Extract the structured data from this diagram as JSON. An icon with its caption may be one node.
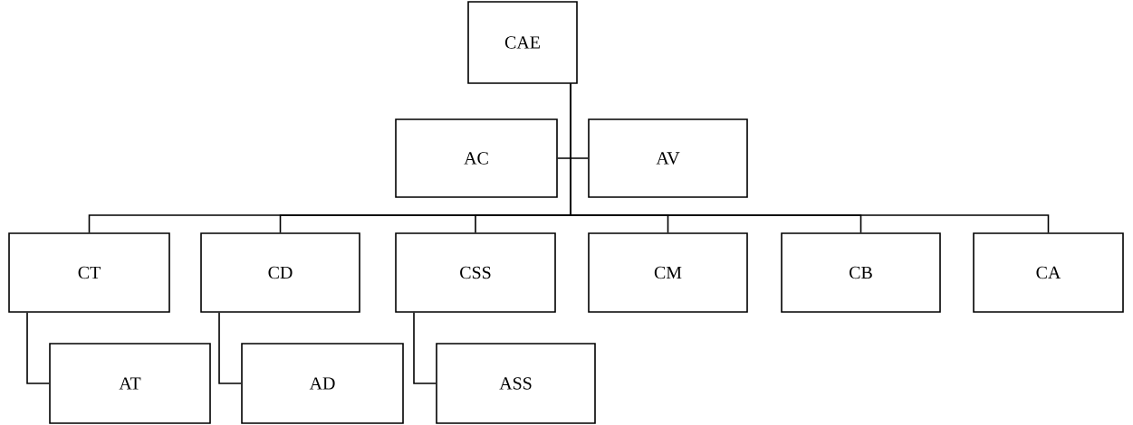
{
  "diagram": {
    "nodes": [
      {
        "text": [
          "CAE"
        ]
      },
      {
        "text": [
          "AC"
        ]
      },
      {
        "text": [
          "AV"
        ]
      },
      {
        "text": [
          "CT"
        ]
      },
      {
        "text": [
          "CD"
        ]
      },
      {
        "text": [
          "CSS"
        ]
      },
      {
        "text": [
          "CM"
        ]
      },
      {
        "text": [
          "CB"
        ]
      },
      {
        "text": [
          "CA"
        ]
      },
      {
        "text": [
          "AT"
        ]
      },
      {
        "text": [
          "AD"
        ]
      },
      {
        "text": [
          "ASS"
        ]
      }
    ],
    "edges": [
      {
        "from": 0,
        "to": 1,
        "arrow": "none"
      },
      {
        "from": 0,
        "to": 2,
        "arrow": "none"
      },
      {
        "from": 0,
        "to": 3,
        "arrow": "none"
      },
      {
        "from": 0,
        "to": 4,
        "arrow": "none"
      },
      {
        "from": 0,
        "to": 5,
        "arrow": "none"
      },
      {
        "from": 0,
        "to": 6,
        "arrow": "none"
      },
      {
        "from": 0,
        "to": 7,
        "arrow": "none"
      },
      {
        "from": 0,
        "to": 8,
        "arrow": "none"
      },
      {
        "from": 3,
        "to": 9,
        "arrow": "none"
      },
      {
        "from": 4,
        "to": 10,
        "arrow": "none"
      },
      {
        "from": 5,
        "to": 11,
        "arrow": "none"
      }
    ]
  }
}
